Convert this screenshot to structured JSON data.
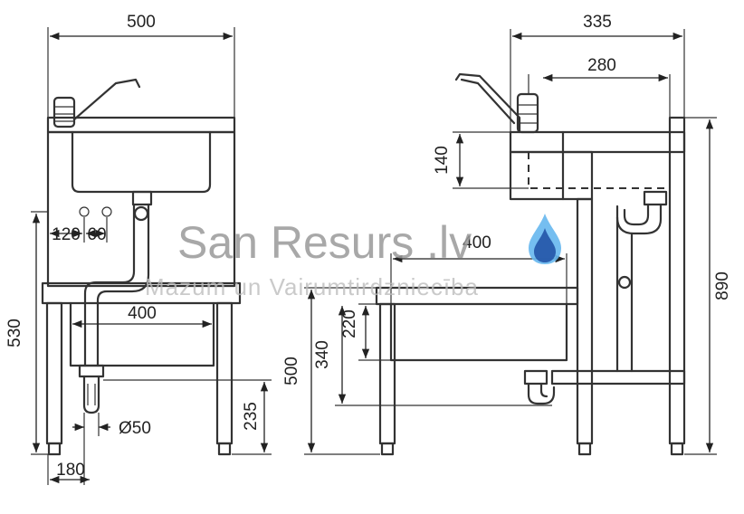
{
  "watermark": {
    "brand": "San Resurs .lv",
    "tagline": "Mazum un Vairumtirdzniecība",
    "drop_colors": [
      "#1e4fa3",
      "#66b7ee"
    ]
  },
  "front_view": {
    "width": "500",
    "hole_spacing_1": "120",
    "hole_spacing_2": "60",
    "basin_width": "400",
    "total_height": "530",
    "drain_height": "235",
    "drain_diameter": "Ø50",
    "drain_offset": "180"
  },
  "side_view": {
    "depth": "335",
    "faucet_reach": "280",
    "basin_height": "140",
    "total_height": "890",
    "lower_basin_width": "400",
    "shelf_height": "500",
    "basin_bottom_height": "340",
    "basin_top_offset": "220"
  },
  "colors": {
    "line": "#333333",
    "dimension": "#222222",
    "background": "#ffffff"
  }
}
